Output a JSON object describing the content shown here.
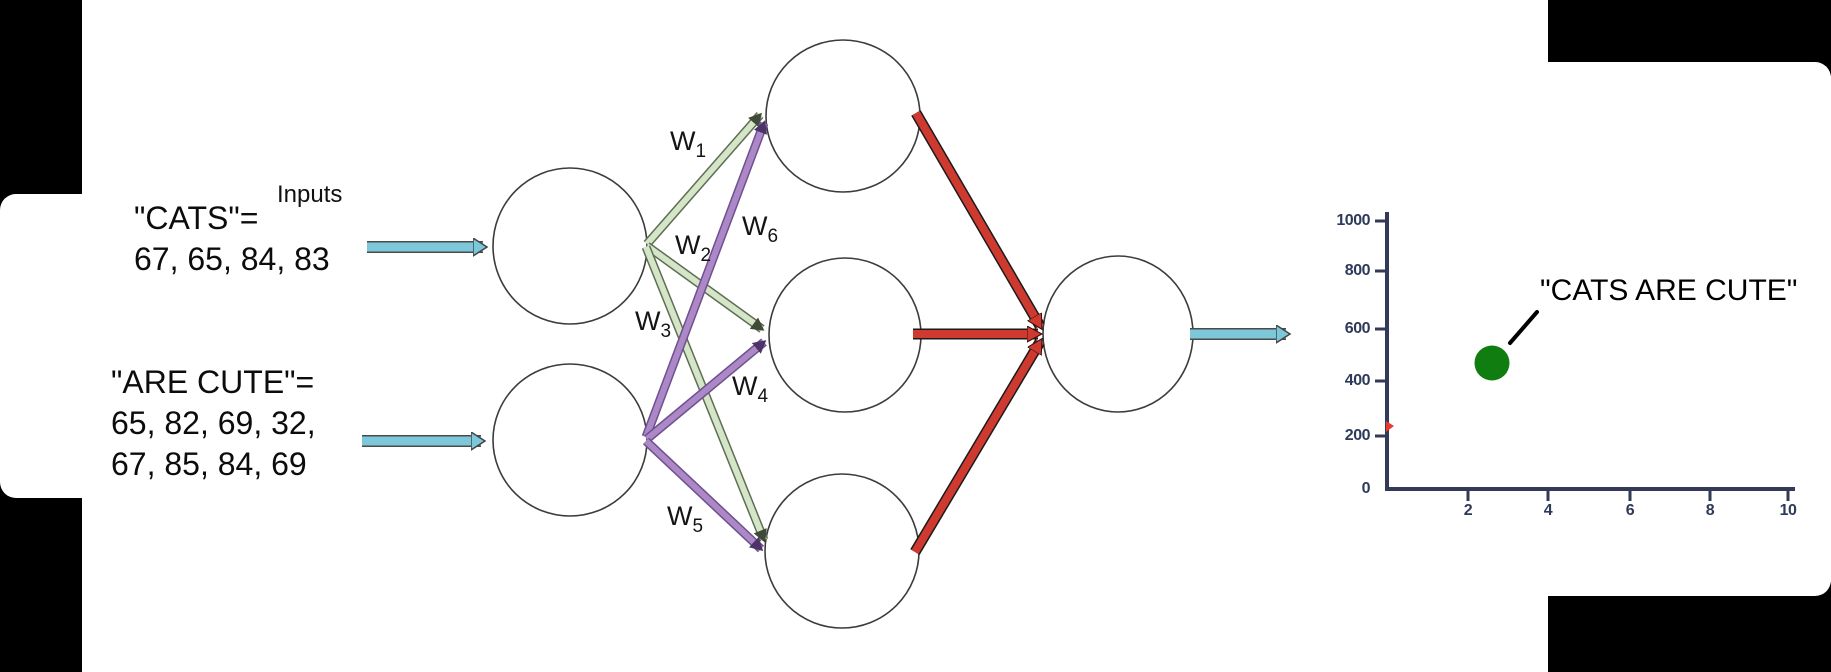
{
  "diagram": {
    "inputs_label": "Inputs",
    "input_texts": [
      {
        "lines": [
          "\"CATS\"=",
          "67, 65, 84, 83"
        ]
      },
      {
        "lines": [
          "\"ARE CUTE\"=",
          "65, 82, 69, 32,",
          "67, 85, 84, 69"
        ]
      }
    ],
    "weights": [
      {
        "base": "W",
        "sub": "1"
      },
      {
        "base": "W",
        "sub": "2"
      },
      {
        "base": "W",
        "sub": "3"
      },
      {
        "base": "W",
        "sub": "4"
      },
      {
        "base": "W",
        "sub": "5"
      },
      {
        "base": "W",
        "sub": "6"
      }
    ],
    "layers": {
      "input_nodes": 2,
      "hidden_nodes": 3,
      "output_nodes": 1
    }
  },
  "colors": {
    "mask_black": "#000000",
    "node_stroke": "#3c3c3c",
    "green_edge_fill": "#d5e5c7",
    "green_edge_outline": "#5e6e54",
    "purple_edge_fill": "#ac89c6",
    "purple_edge_outline": "#6e5090",
    "red_edge_fill": "#ce3a30",
    "cyan_arrow_fill": "#7cc8da",
    "axis_navy": "#333a57",
    "dot_green": "#107d10",
    "mini_marker_red": "#e8392e"
  },
  "chart_data": {
    "type": "scatter",
    "title": "",
    "xlabel": "",
    "ylabel": "",
    "xlim": [
      0,
      10
    ],
    "ylim": [
      0,
      1000
    ],
    "grid": false,
    "x_tick_labels": [
      "2",
      "4",
      "6",
      "8",
      "10"
    ],
    "y_tick_labels": [
      "1000",
      "800",
      "600",
      "400",
      "200",
      "0"
    ],
    "points": [
      {
        "x": 2.6,
        "y": 470,
        "label": "\"CATS ARE CUTE\"",
        "color": "#107d10",
        "size": "large"
      }
    ],
    "extra_markers": [
      {
        "x": 0,
        "y": 230,
        "color": "#e8392e",
        "shape": "small-arrow-on-y-axis"
      }
    ],
    "annotation": "\"CATS ARE CUTE\""
  }
}
